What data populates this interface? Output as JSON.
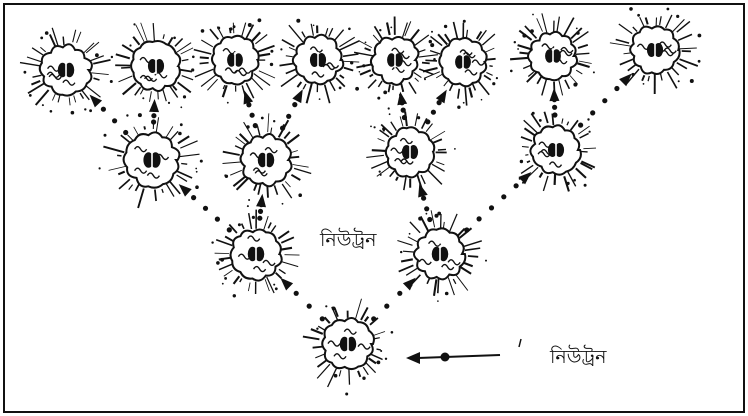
{
  "diagram": {
    "labels": {
      "neutron_middle": "নিউট্রন",
      "neutron_incoming": "নিউট্রন"
    },
    "colors": {
      "ink": "#111111",
      "background": "#ffffff"
    },
    "generations": [
      {
        "level": 0,
        "nuclei": [
          "nucleus-gen0"
        ]
      },
      {
        "level": 1,
        "nuclei": [
          "nucleus-gen1-left",
          "nucleus-gen1-right"
        ]
      },
      {
        "level": 2,
        "nuclei": [
          "nucleus-gen2-a",
          "nucleus-gen2-b",
          "nucleus-gen2-c",
          "nucleus-gen2-d"
        ]
      },
      {
        "level": 3,
        "nuclei": [
          "nucleus-gen3-a",
          "nucleus-gen3-b",
          "nucleus-gen3-c",
          "nucleus-gen3-d",
          "nucleus-gen3-e",
          "nucleus-gen3-f",
          "nucleus-gen3-g",
          "nucleus-gen3-h"
        ]
      }
    ]
  }
}
